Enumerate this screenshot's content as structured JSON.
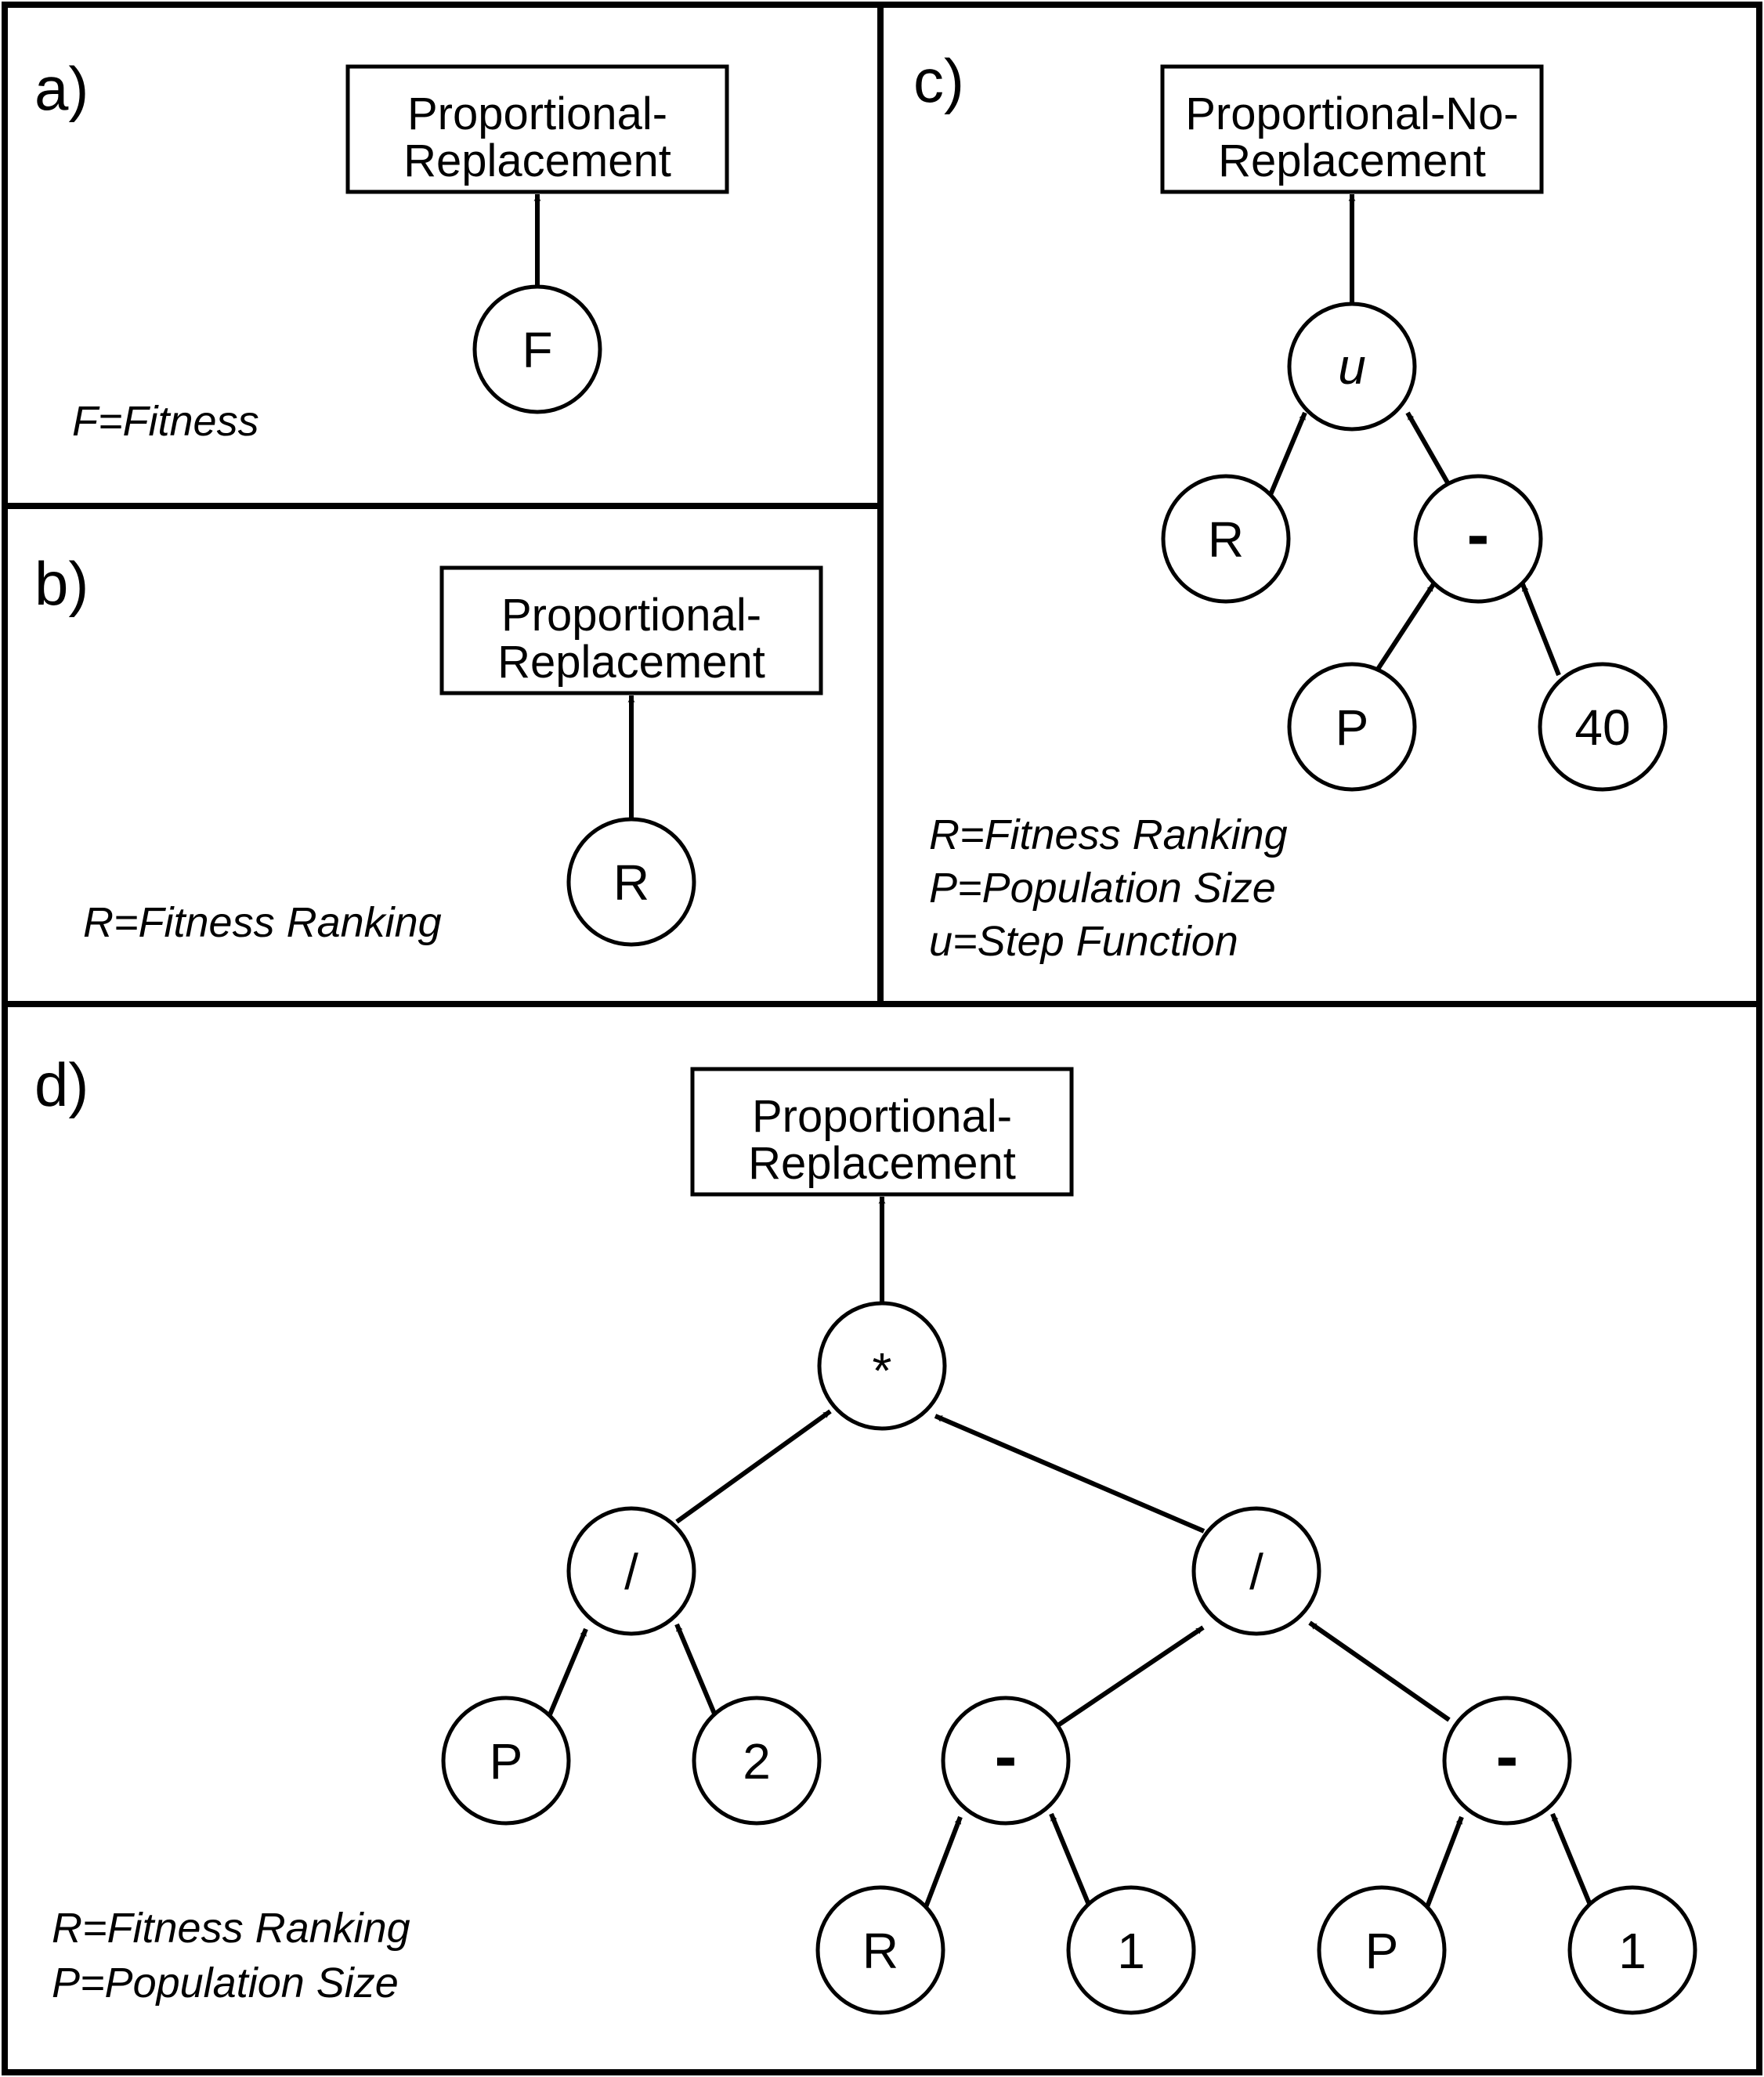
{
  "panels": {
    "a": {
      "letter": "a)",
      "output_box": [
        "Proportional-",
        "Replacement"
      ],
      "nodes": {
        "f": "F"
      },
      "legend": [
        "F=Fitness"
      ]
    },
    "b": {
      "letter": "b)",
      "output_box": [
        "Proportional-",
        "Replacement"
      ],
      "nodes": {
        "r": "R"
      },
      "legend": [
        "R=Fitness Ranking"
      ]
    },
    "c": {
      "letter": "c)",
      "output_box": [
        "Proportional-No-",
        "Replacement"
      ],
      "nodes": {
        "u": "u",
        "r": "R",
        "minus": "-",
        "p": "P",
        "n40": "40"
      },
      "legend": [
        "R=Fitness Ranking",
        "P=Population Size",
        "u=Step Function"
      ]
    },
    "d": {
      "letter": "d)",
      "output_box": [
        "Proportional-",
        "Replacement"
      ],
      "nodes": {
        "times": "*",
        "div_left": "/",
        "div_right": "/",
        "p_left": "P",
        "two": "2",
        "minus_left": "-",
        "minus_right": "-",
        "r": "R",
        "one_left": "1",
        "p_right": "P",
        "one_right": "1"
      },
      "legend": [
        "R=Fitness Ranking",
        "P=Population Size"
      ]
    }
  }
}
